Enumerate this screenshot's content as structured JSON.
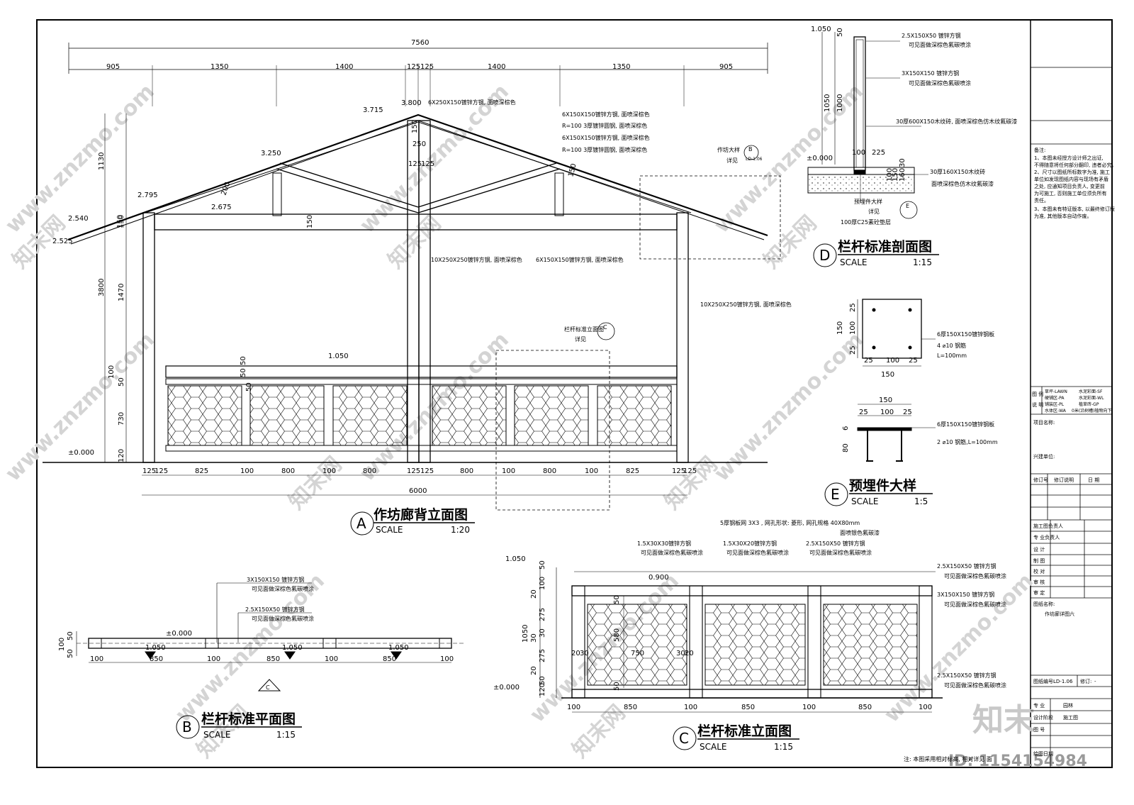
{
  "drawing": {
    "A": {
      "marker": "A",
      "title": "作坊廊背立面图",
      "scale_label": "SCALE",
      "scale": "1:20",
      "top_dim": "7560",
      "seg_dims": [
        "905",
        "1350",
        "1400",
        "125",
        "125",
        "1400",
        "1350",
        "905"
      ],
      "bottom_dims": [
        "125",
        "125",
        "825",
        "100",
        "800",
        "100",
        "800",
        "125",
        "125",
        "800",
        "100",
        "800",
        "100",
        "825",
        "125",
        "125"
      ],
      "bottom_total": "6000",
      "left_dims": [
        "1130",
        "150",
        "3800",
        "1470",
        "100",
        "50",
        "730",
        "120"
      ],
      "elev": [
        "3.800",
        "3.715",
        "3.250",
        "2.795",
        "2.675",
        "2.540",
        "2.525",
        "1.050",
        "±0.000"
      ],
      "inner": [
        "200",
        "150",
        "150",
        "250",
        "125",
        "125",
        "150",
        "150",
        "50",
        "50",
        "50"
      ],
      "notes": [
        "6X250X150镀锌方钢, 面喷深棕色",
        "6X150X150镀锌方钢, 面喷深棕色",
        "R=100  3厚镀锌圆钢, 面喷深棕色",
        "6X150X150镀锌方钢, 面喷深棕色",
        "R=100  3厚镀锌圆钢, 面喷深棕色",
        "10X250X250镀锌方钢, 面喷深棕色",
        "6X150X150镀锌方钢, 面喷深棕色",
        "10X250X250镀锌方钢, 面喷深棕色"
      ],
      "callout_b": "作坊大样",
      "callout_b_ref": "B",
      "callout_b_sheet": "LD-1.06",
      "callout_b_see": "详见",
      "callout_c": "栏杆标准立面图",
      "callout_c_ref": "C",
      "callout_c_see": "详见"
    },
    "B": {
      "marker": "B",
      "title": "栏杆标准平面图",
      "scale_label": "SCALE",
      "scale": "1:15",
      "notes": [
        "3X150X150  镀锌方钢",
        "可见面做深棕色氟碳喷涂",
        "2.5X150X50  镀锌方钢",
        "可见面做深棕色氟碳喷涂"
      ],
      "elev": [
        "±0.000",
        "1.050",
        "1.050",
        "1.050"
      ],
      "dims": [
        "100",
        "850",
        "100",
        "850",
        "100",
        "850",
        "100"
      ],
      "left_dims": [
        "50",
        "100",
        "50"
      ],
      "callout": "C"
    },
    "C": {
      "marker": "C",
      "title": "栏杆标准立面图",
      "scale_label": "SCALE",
      "scale": "1:15",
      "notes_top": [
        "5厚钢板网  3X3  , 网孔形状: 菱形, 网孔规格  40X80mm",
        "面喷银色氟碳漆"
      ],
      "notes_a": [
        "1.5X30X30镀锌方钢",
        "可见面做深棕色氟碳喷涂"
      ],
      "notes_b": [
        "1.5X30X20镀锌方钢",
        "可见面做深棕色氟碳喷涂"
      ],
      "notes_c": [
        "2.5X150X50  镀锌方钢",
        "可见面做深棕色氟碳喷涂"
      ],
      "notes_r": [
        "2.5X150X50  镀锌方钢",
        "可见面做深棕色氟碳喷涂",
        "3X150X150  镀锌方钢",
        "可见面做深棕色氟碳喷涂",
        "2.5X150X50  镀锌方钢",
        "可见面做深棕色氟碳喷涂"
      ],
      "elev": [
        "1.050",
        "0.900",
        "±0.000"
      ],
      "left_dims": [
        "50",
        "100",
        "20",
        "275",
        "30",
        "30",
        "275",
        "20",
        "50",
        "120",
        "1050",
        "580",
        "50",
        "50"
      ],
      "dims": [
        "100",
        "850",
        "100",
        "850",
        "100",
        "850",
        "100"
      ],
      "small": [
        "20",
        "30",
        "750",
        "30",
        "20"
      ],
      "footnote": "注: 本图采用相对标高, 相对详见  面"
    },
    "D": {
      "marker": "D",
      "title": "栏杆标准剖面图",
      "scale_label": "SCALE",
      "scale": "1:15",
      "dims": [
        "1.050",
        "50",
        "1050",
        "1000",
        "±0.000",
        "100",
        "225",
        "30",
        "100",
        "160",
        "150"
      ],
      "notes": [
        "2.5X150X50  镀锌方钢",
        "可见面做深棕色氟碳喷涂",
        "3X150X150  镀锌方钢",
        "可见面做深棕色氟碳喷涂",
        "30厚600X150木纹砖, 面喷深棕色仿木纹氟碳漆",
        "30厚160X150木纹砖",
        "面喷深棕色仿木纹氟碳漆",
        "预埋件大样",
        "详见",
        "100厚C25素砼垫层"
      ],
      "ref": "E"
    },
    "E": {
      "marker": "E",
      "title": "预埋件大样",
      "scale_label": "SCALE",
      "scale": "1:5",
      "dims": [
        "25",
        "100",
        "25",
        "150",
        "150",
        "25",
        "100",
        "25",
        "150",
        "25",
        "100",
        "25",
        "150",
        "6",
        "80"
      ],
      "notes": [
        "6厚150X150镀锌钢板",
        "4 ⌀10 钢筋",
        "L=100mm",
        "6厚150X150镀锌钢板",
        "2 ⌀10 钢筋,L=100mm"
      ]
    }
  },
  "title_block": {
    "notes_title": "备注:",
    "notes": [
      "1、本图未经授方设计师之出证,",
      "不得随意将任何部分翻印, 违者必究。",
      "2、尺寸以图纸所标数字为准, 施工",
      "单位如发现图纸内容与现场有矛盾",
      "之处, 应通知项目负责人, 变更前",
      "为可施工, 否则施工单位须负所有",
      "责任。",
      "3、本图未有特证版本, 以最终修订版",
      "为准, 其他版本自动作废。"
    ],
    "legend_h1": "图 例",
    "legend_h2": "说 明",
    "legend": [
      "草坪-LAWN",
      "水泥彩面-SF",
      "硬铺区-PA",
      "水泥彩面-WL",
      "铺装区-PL",
      "植草砖-GP",
      "水体区-WA",
      "0米(沿树槽)植物向下"
    ],
    "project_label": "项目名称:",
    "client_label": "兴建单位:",
    "rev_headers": [
      "修订号",
      "修订说明",
      "日 期"
    ],
    "roles": [
      "施工图负责人",
      "专 业负责人",
      "设 计",
      "制 图",
      "校 对",
      "审 核",
      "审 定"
    ],
    "drawing_name_label": "图纸名称:",
    "drawing_name": "作坊廊详图六",
    "drawing_no_label": "图纸编号:",
    "drawing_no": "LD-1.06",
    "rev_label": "修订:",
    "rev": "-",
    "bottom_rows": [
      "专 业",
      "设计阶段",
      "图 号",
      "",
      "绘图日期"
    ],
    "bottom_values": [
      "园林",
      "施工图",
      "",
      "",
      ""
    ]
  },
  "watermark": {
    "site": "www.znzmo.com",
    "cn": "知末网",
    "brand": "知末",
    "id": "ID: 1154154984"
  }
}
